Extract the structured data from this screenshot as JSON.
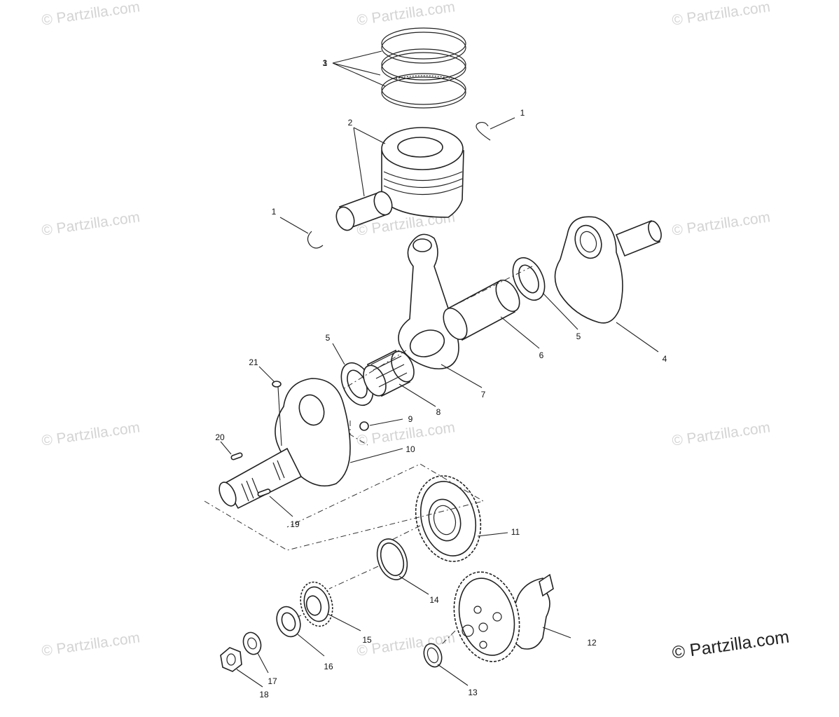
{
  "watermark": {
    "repeat_text": "© Partzilla.com",
    "main_text": "© Partzilla.com"
  },
  "callouts": [
    "1",
    "2",
    "3",
    "1",
    "4",
    "5",
    "5",
    "6",
    "7",
    "8",
    "9",
    "10",
    "11",
    "12",
    "13",
    "14",
    "15",
    "16",
    "17",
    "18",
    "19",
    "20",
    "21"
  ]
}
